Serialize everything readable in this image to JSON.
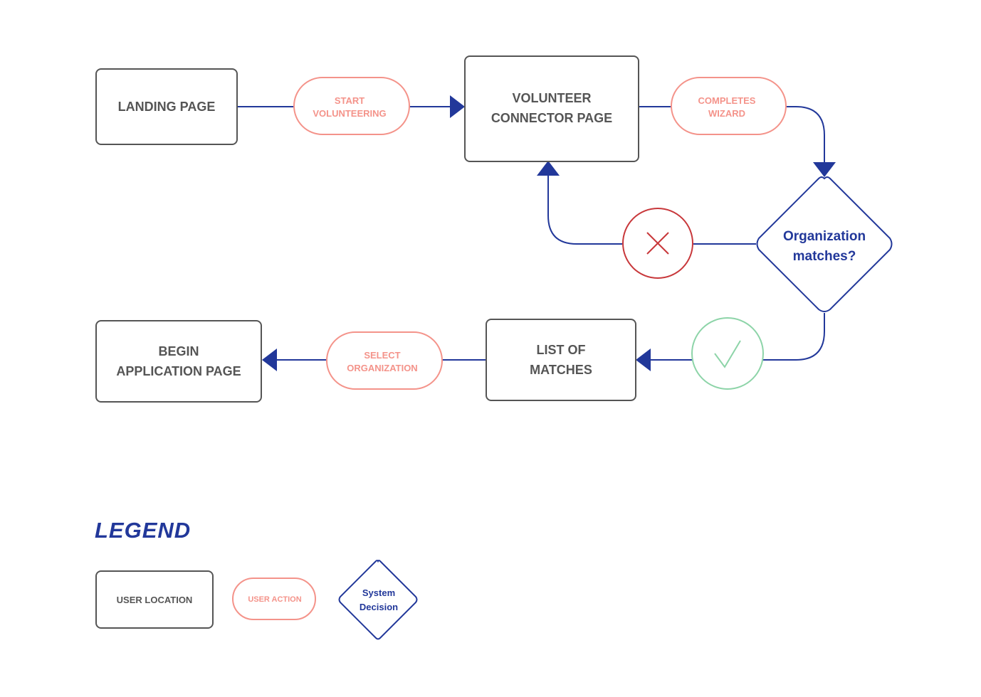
{
  "colors": {
    "location_border": "#555555",
    "action": "#f4938a",
    "system": "#22389a",
    "no": "#c8383b",
    "yes": "#8dd4a8"
  },
  "nodes": {
    "landing_page": "LANDING PAGE",
    "volunteer_connector": [
      "VOLUNTEER",
      "CONNECTOR PAGE"
    ],
    "list_of_matches": [
      "LIST OF",
      "MATCHES"
    ],
    "begin_application": [
      "BEGIN",
      "APPLICATION PAGE"
    ]
  },
  "actions": {
    "start_volunteering": [
      "START",
      "VOLUNTEERING"
    ],
    "completes_wizard": [
      "COMPLETES",
      "WIZARD"
    ],
    "select_organization": [
      "SELECT",
      "ORGANIZATION"
    ]
  },
  "decision": {
    "label": [
      "Organization",
      "matches?"
    ],
    "no_icon": "x-icon",
    "yes_icon": "check-icon"
  },
  "legend": {
    "title": "LEGEND",
    "user_location": "USER LOCATION",
    "user_action": "USER ACTION",
    "system_decision": [
      "System",
      "Decision"
    ]
  }
}
